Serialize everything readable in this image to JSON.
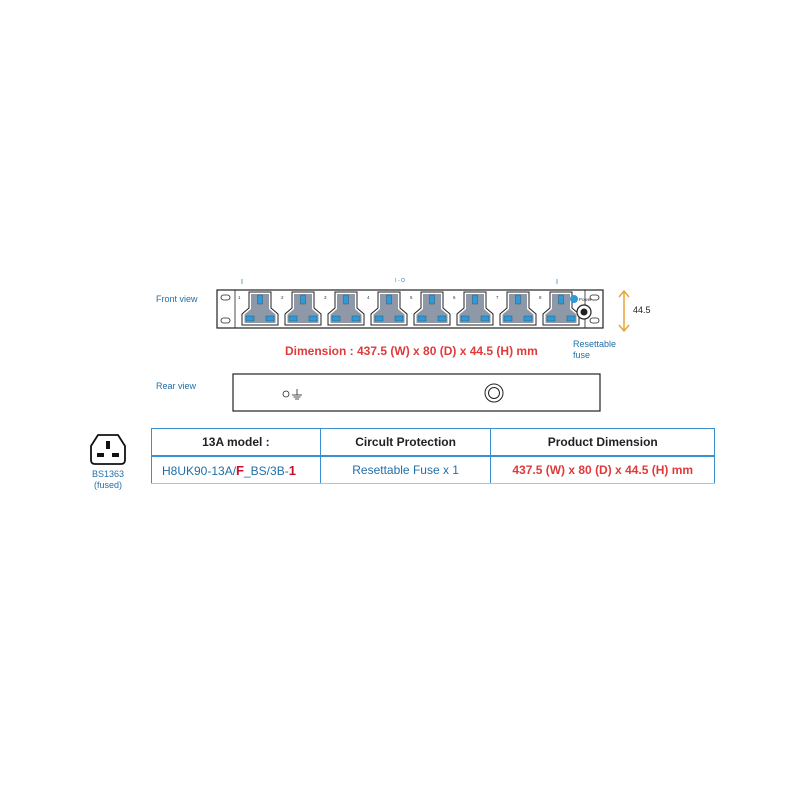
{
  "front_view": {
    "label": "Front view",
    "top_marks": [
      "I",
      "I - O",
      "I"
    ],
    "socket_numbers": [
      "1",
      "2",
      "3",
      "4",
      "5",
      "6",
      "7",
      "8"
    ],
    "power_label": "Power",
    "dimension_text": "Dimension :  437.5 (W) x 80 (D) x 44.5 (H) mm",
    "height_value": "44.5",
    "fuse_note_line1": "Resettable",
    "fuse_note_line2": "fuse"
  },
  "rear_view": {
    "label": "Rear view"
  },
  "plug": {
    "label_line1": "BS1363",
    "label_line2": "(fused)"
  },
  "table": {
    "headers": [
      "13A model :",
      "Circult Protection",
      "Product Dimension"
    ],
    "row": {
      "model_prefix": "H8UK90-13A/",
      "model_f": "F",
      "model_mid": "_BS/3B-",
      "model_num": "1",
      "protection": "Resettable Fuse x 1",
      "dimension": "437.5 (W) x 80 (D) x 44.5 (H) mm"
    }
  },
  "colors": {
    "accent_blue": "#1f6fa8",
    "table_border": "#3a8fd0",
    "dimension_red": "#e03a3a",
    "model_red": "#c8102e",
    "height_arrow": "#e8a33a",
    "socket_gray": "#8e98a6",
    "socket_blue": "#2f9ad6"
  }
}
